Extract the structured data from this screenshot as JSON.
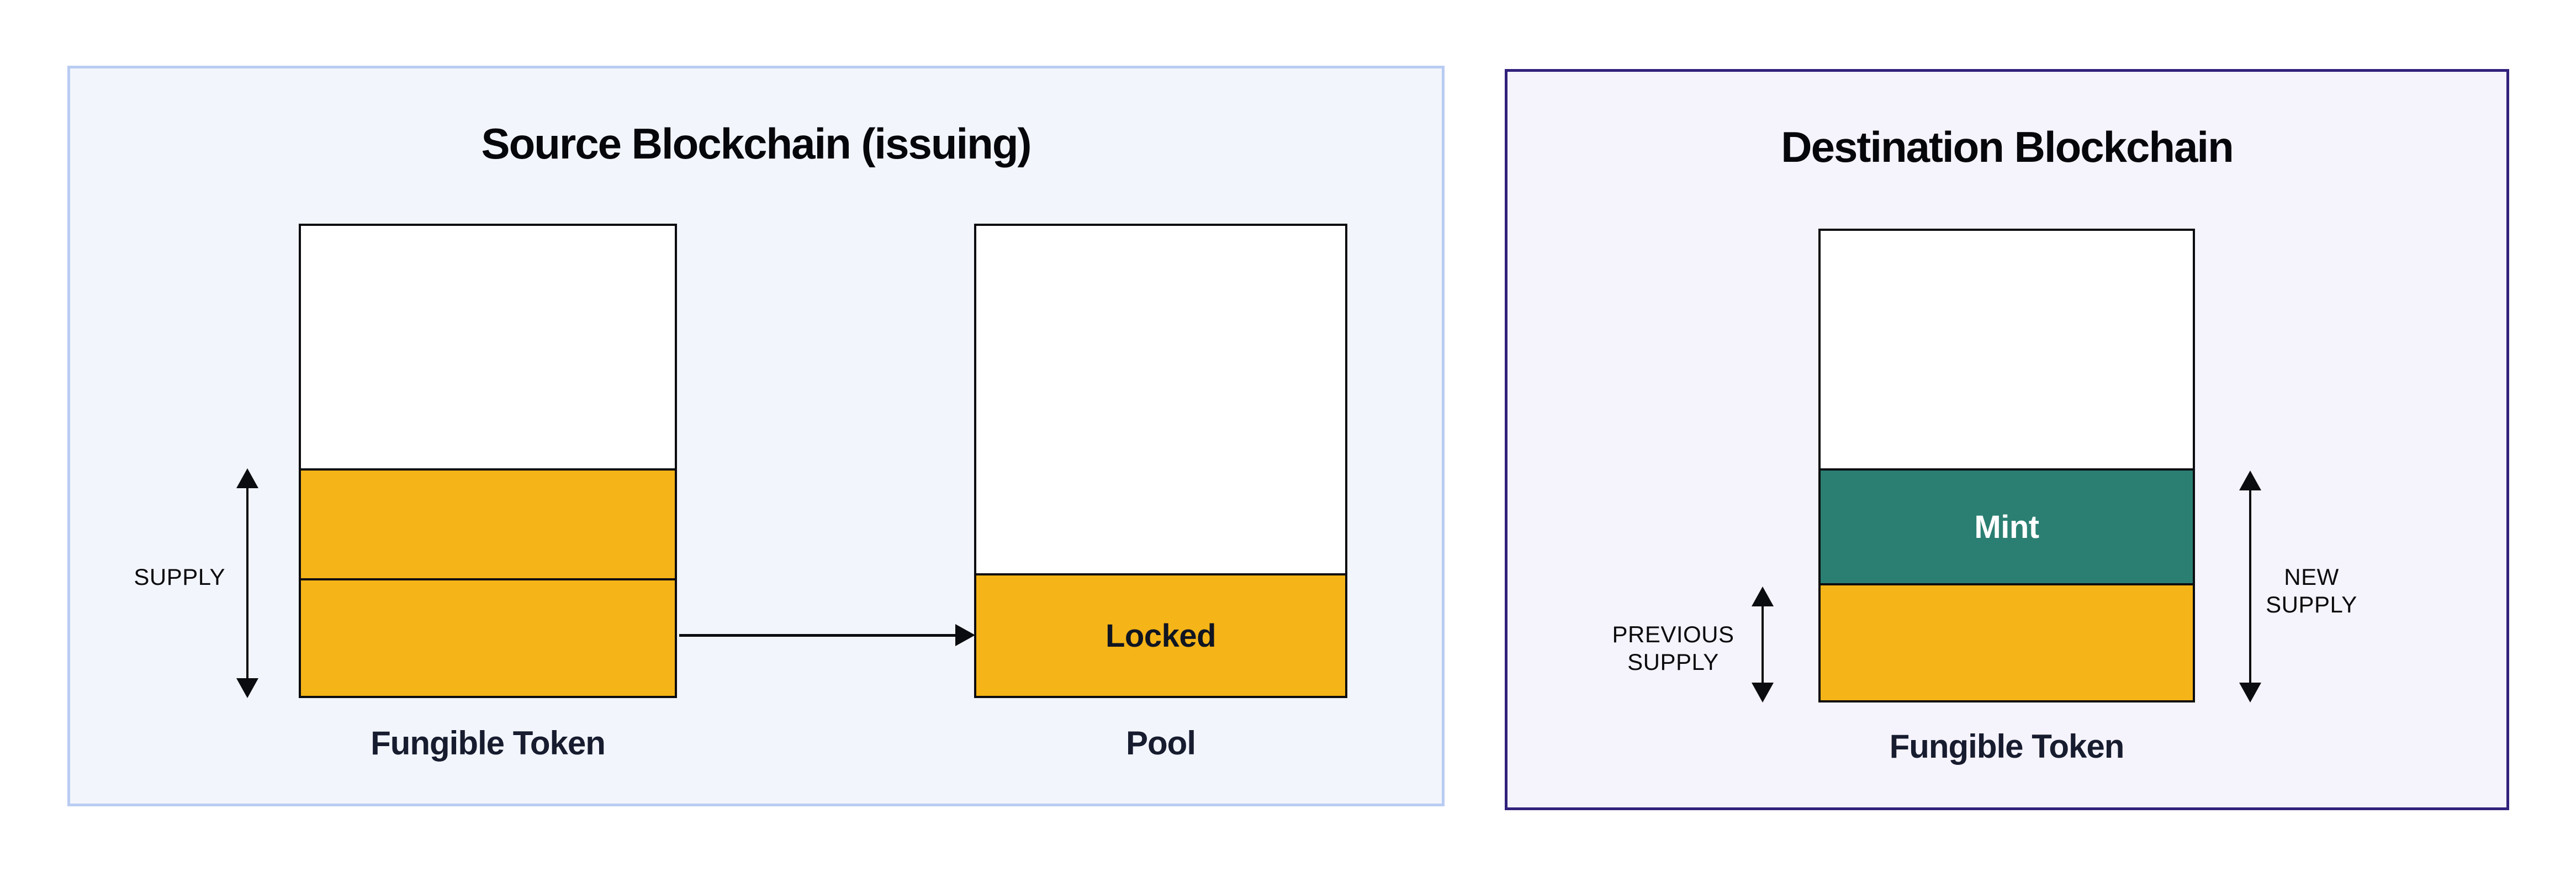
{
  "colors": {
    "page_bg": "#ffffff",
    "source_panel_bg": "#F2F5FC",
    "source_panel_border": "#B9CCF2",
    "dest_panel_bg": "#F5F3FB",
    "dest_panel_border": "#32217C",
    "token_yellow": "#F5B417",
    "mint_teal": "#2A7F72",
    "line_black": "#0B0C10",
    "label_dark": "#171C2F",
    "mint_text": "#ffffff"
  },
  "source_panel": {
    "title": "Source Blockchain (issuing)",
    "fungible_token_box": {
      "label": "Fungible Token"
    },
    "supply_arrow_label": "SUPPLY",
    "pool_box": {
      "label": "Pool",
      "locked_label": "Locked"
    }
  },
  "dest_panel": {
    "title": "Destination Blockchain",
    "fungible_token_box": {
      "label": "Fungible Token",
      "mint_label": "Mint"
    },
    "previous_supply_label": {
      "line1": "PREVIOUS",
      "line2": "SUPPLY"
    },
    "new_supply_label": {
      "line1": "NEW",
      "line2": "SUPPLY"
    }
  }
}
